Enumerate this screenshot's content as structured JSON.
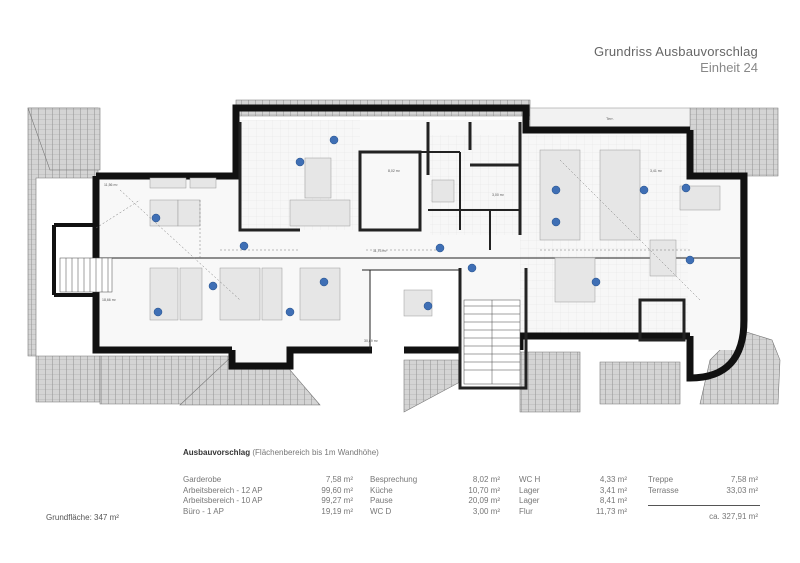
{
  "title": {
    "line1": "Grundriss Ausbauvorschlag",
    "line2": "Einheit 24"
  },
  "legend": {
    "heading": "Ausbauvorschlag",
    "subheading": "(Flächenbereich bis 1m Wandhöhe)"
  },
  "columns": [
    [
      {
        "name": "Garderobe",
        "value": "7,58 m²"
      },
      {
        "name": "Arbeitsbereich - 12 AP",
        "value": "99,60 m²"
      },
      {
        "name": "Arbeitsbereich - 10 AP",
        "value": "99,27 m²"
      },
      {
        "name": "Büro - 1 AP",
        "value": "19,19 m²"
      }
    ],
    [
      {
        "name": "Besprechung",
        "value": "8,02 m²"
      },
      {
        "name": "Küche",
        "value": "10,70 m²"
      },
      {
        "name": "Pause",
        "value": "20,09 m²"
      },
      {
        "name": "WC D",
        "value": "3,00 m²"
      }
    ],
    [
      {
        "name": "WC H",
        "value": "4,33 m²"
      },
      {
        "name": "Lager",
        "value": "3,41 m²"
      },
      {
        "name": "Lager",
        "value": "8,41 m²"
      },
      {
        "name": "Flur",
        "value": "11,73 m²"
      }
    ],
    [
      {
        "name": "Treppe",
        "value": "7,58 m²"
      },
      {
        "name": "Terrasse",
        "value": "33,03 m²"
      }
    ]
  ],
  "total": "ca. 327,91 m²",
  "grundflaeche": "Grundfläche: 347 m²",
  "colors": {
    "wall": "#111111",
    "roof": "#c9c9c9",
    "roof_line": "#8a8a8a",
    "person": "#3f6fb5",
    "furniture": "#d8d8d8"
  }
}
